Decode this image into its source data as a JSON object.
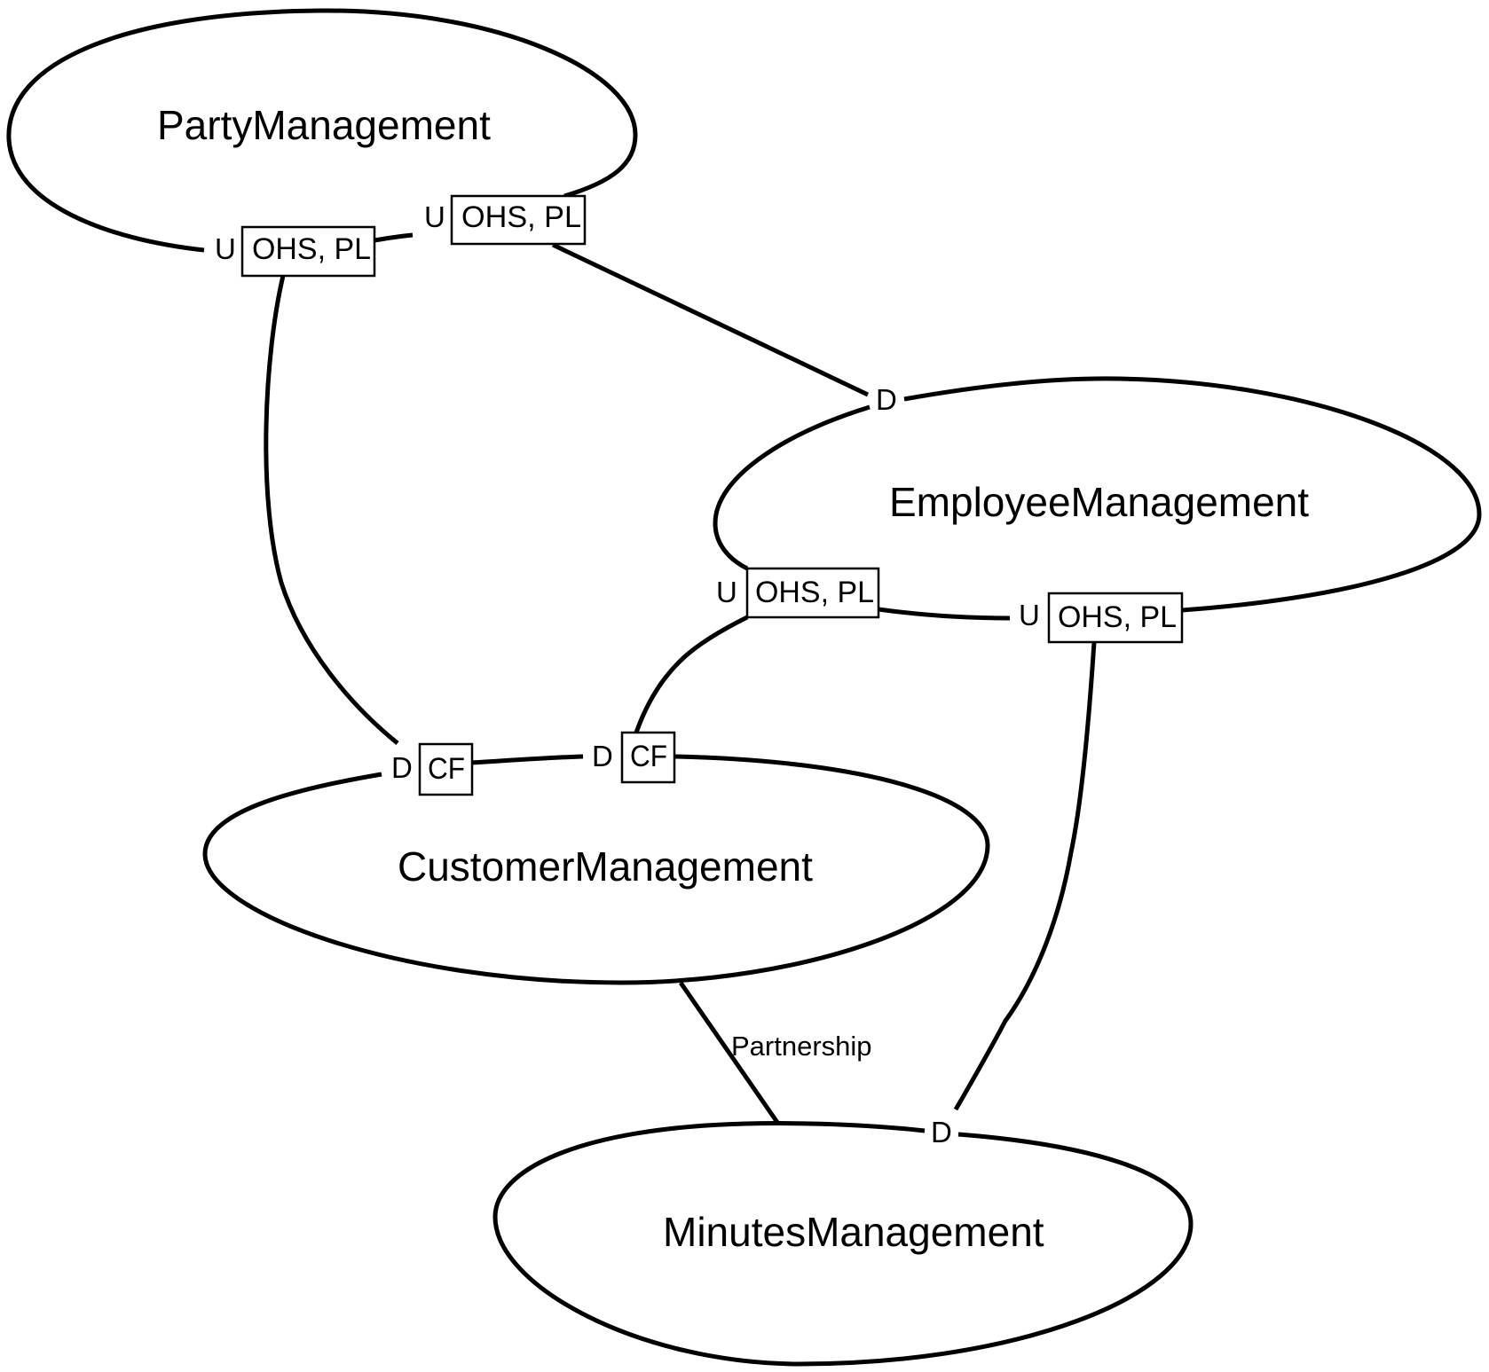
{
  "diagram": {
    "type": "context-map",
    "colors": {
      "stroke": "#000000",
      "background": "#ffffff",
      "text": "#000000"
    },
    "contexts": [
      {
        "id": "party",
        "name": "PartyManagement"
      },
      {
        "id": "employee",
        "name": "EmployeeManagement"
      },
      {
        "id": "customer",
        "name": "CustomerManagement"
      },
      {
        "id": "minutes",
        "name": "MinutesManagement"
      }
    ],
    "relationships": [
      {
        "id": "party-customer",
        "upstream": "PartyManagement",
        "downstream": "CustomerManagement",
        "upstream_role": "U",
        "upstream_patterns": "OHS, PL",
        "downstream_role": "D",
        "downstream_patterns": "CF"
      },
      {
        "id": "party-employee",
        "upstream": "PartyManagement",
        "downstream": "EmployeeManagement",
        "upstream_role": "U",
        "upstream_patterns": "OHS, PL",
        "downstream_role": "D",
        "downstream_patterns": ""
      },
      {
        "id": "employee-customer",
        "upstream": "EmployeeManagement",
        "downstream": "CustomerManagement",
        "upstream_role": "U",
        "upstream_patterns": "OHS, PL",
        "downstream_role": "D",
        "downstream_patterns": "CF"
      },
      {
        "id": "employee-minutes",
        "upstream": "EmployeeManagement",
        "downstream": "MinutesManagement",
        "upstream_role": "U",
        "upstream_patterns": "OHS, PL",
        "downstream_role": "D",
        "downstream_patterns": ""
      },
      {
        "id": "customer-minutes",
        "type": "Partnership",
        "label": "Partnership",
        "between": [
          "CustomerManagement",
          "MinutesManagement"
        ]
      }
    ]
  }
}
